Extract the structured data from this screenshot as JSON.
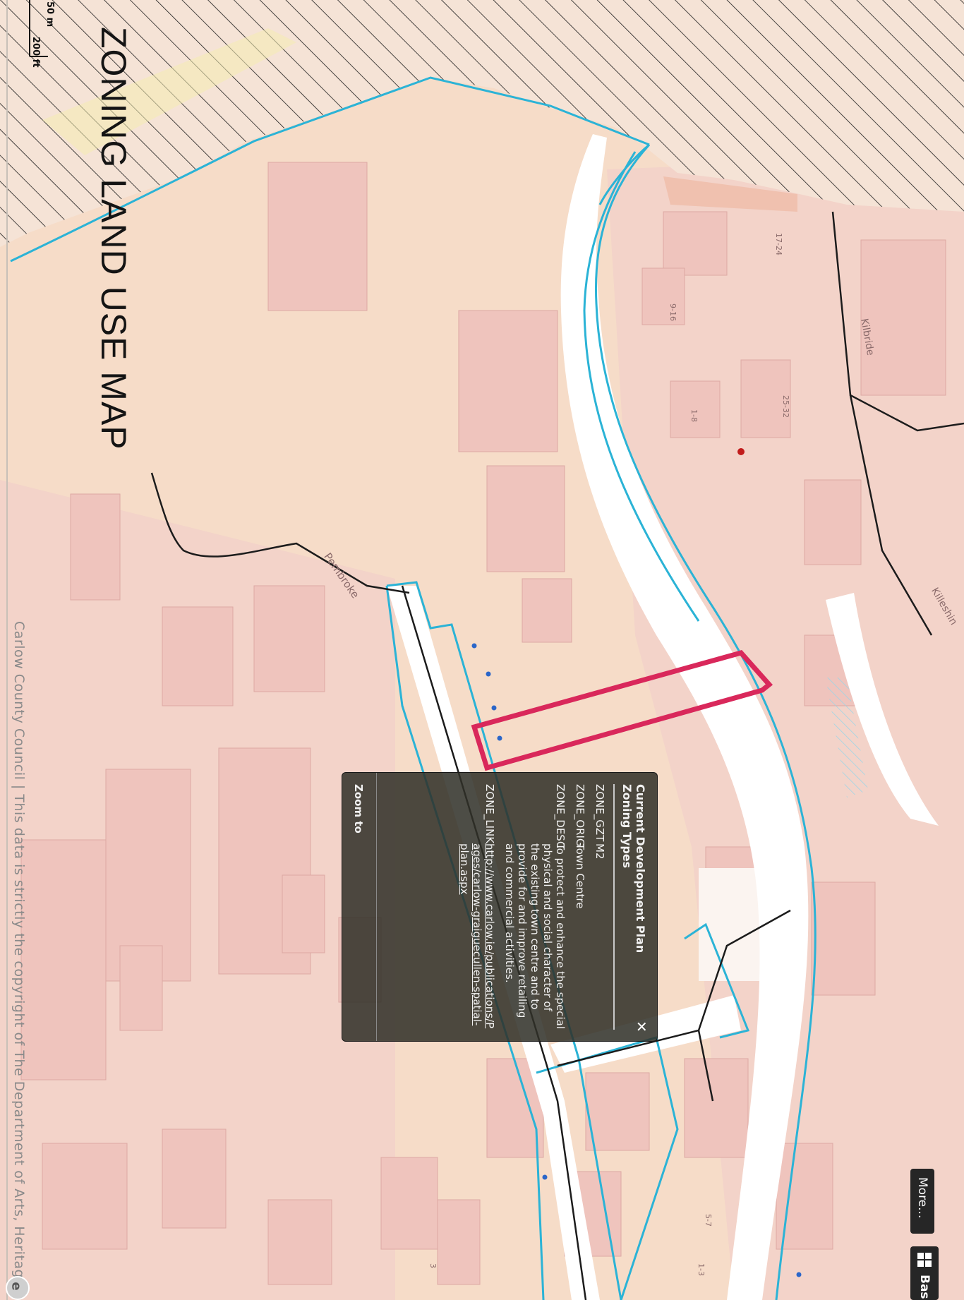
{
  "map": {
    "title": "ZONING LAND USE MAP",
    "attribution": "Carlow County Council | This data is strictly the copyright of The Department of Arts, Heritage a...",
    "scale": {
      "metric": "50 m",
      "imperial": "200 ft"
    },
    "street_labels": [
      "Pembroke",
      "Kilbride",
      "Killeshin"
    ],
    "plot_labels": [
      "17-24",
      "9-16",
      "1-8",
      "25-32",
      "5-7",
      "1-3",
      "3"
    ],
    "colors": {
      "land": "#f6dcc8",
      "building": "#eec3bd",
      "zone_boundary": "#2bb3d6",
      "hatch": "#1c1c1c",
      "selection": "#d9285b",
      "road": "#ffffff"
    }
  },
  "popup": {
    "title": "Current Development Plan Zoning Types",
    "close_icon": "close-icon",
    "attributes": [
      {
        "key": "ZONE_GZT",
        "value": "M2"
      },
      {
        "key": "ZONE_ORIG",
        "value": "Town Centre"
      },
      {
        "key": "ZONE_DESC",
        "value": "To protect and enhance the special physical and social character of the existing town centre and to provide for and improve retailing and commercial activities."
      },
      {
        "key": "ZONE_LINK",
        "value": "http://www.carlow.ie/publications/Pages/carlow-graiguecullen-spatial-plan.aspx"
      }
    ],
    "zoom_to": "Zoom to"
  },
  "controls": {
    "more_label": "More...",
    "basemap_label": "Bas",
    "basemap_icon": "grid-icon",
    "esri_icon": "esri-logo-icon"
  }
}
